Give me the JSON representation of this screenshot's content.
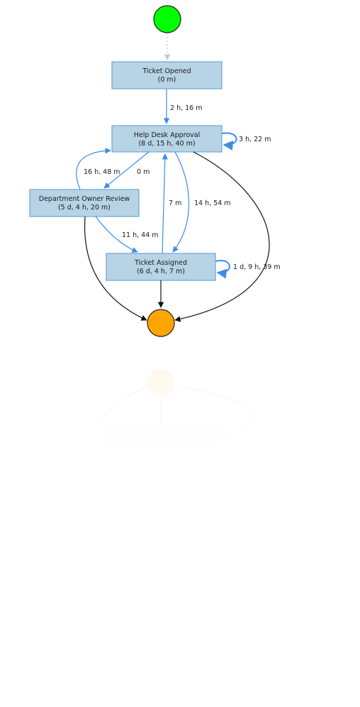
{
  "diagram": {
    "nodes": {
      "ticket_opened": {
        "title": "Ticket Opened",
        "duration": "(0 m)"
      },
      "help_desk_approval": {
        "title": "Help Desk Approval",
        "duration": "(8 d, 15 h, 40 m)"
      },
      "department_owner_review": {
        "title": "Department Owner Review",
        "duration": "(5 d, 4 h, 20 m)"
      },
      "ticket_assigned": {
        "title": "Ticket Assigned",
        "duration": "(6 d, 4 h, 7 m)"
      }
    },
    "edges": {
      "opened_to_approval": "2 h, 16 m",
      "approval_self_loop": "3 h, 22 m",
      "review_to_approval": "16 h, 48 m",
      "approval_to_review": "0 m",
      "assigned_to_approval": "7 m",
      "approval_to_assigned": "14 h, 54 m",
      "review_to_assigned": "11 h, 44 m",
      "assigned_self_loop": "1 d, 9 h, 39 m"
    },
    "colors": {
      "start": "#00ff00",
      "end": "#ffa500",
      "node_fill": "#b7d3e6",
      "edge_blue": "#3a8ee6"
    }
  }
}
